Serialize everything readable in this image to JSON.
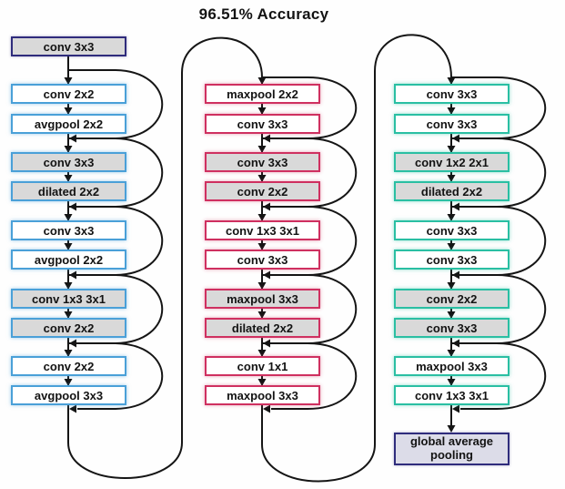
{
  "title": "96.51% Accuracy",
  "colors": {
    "line": "#151515",
    "cell1_accent": "#4aa0d8",
    "cell2_accent": "#cf3060",
    "cell3_accent": "#2abfa3",
    "stem_accent": "#2f2c7c",
    "output_accent": "#2f2c7c",
    "gray_fill": "#d9d9d9",
    "white_fill": "#ffffff",
    "output_fill": "#dcdce8"
  },
  "diagram": {
    "columns": [
      {
        "name": "cell-1",
        "boxes": [
          {
            "label": "conv 3x3",
            "fill": "gray",
            "variant": "stem"
          },
          {
            "label": "conv 2x2",
            "fill": "white"
          },
          {
            "label": "avgpool 2x2",
            "fill": "white"
          },
          {
            "label": "conv 3x3",
            "fill": "gray"
          },
          {
            "label": "dilated 2x2",
            "fill": "gray"
          },
          {
            "label": "conv 3x3",
            "fill": "white"
          },
          {
            "label": "avgpool 2x2",
            "fill": "white"
          },
          {
            "label": "conv 1x3 3x1",
            "fill": "gray"
          },
          {
            "label": "conv 2x2",
            "fill": "gray"
          },
          {
            "label": "conv 2x2",
            "fill": "white"
          },
          {
            "label": "avgpool 3x3",
            "fill": "white"
          }
        ]
      },
      {
        "name": "cell-2",
        "boxes": [
          {
            "label": "maxpool 2x2",
            "fill": "white"
          },
          {
            "label": "conv 3x3",
            "fill": "white"
          },
          {
            "label": "conv 3x3",
            "fill": "gray"
          },
          {
            "label": "conv 2x2",
            "fill": "gray"
          },
          {
            "label": "conv 1x3 3x1",
            "fill": "white"
          },
          {
            "label": "conv 3x3",
            "fill": "white"
          },
          {
            "label": "maxpool 3x3",
            "fill": "gray"
          },
          {
            "label": "dilated 2x2",
            "fill": "gray"
          },
          {
            "label": "conv 1x1",
            "fill": "white"
          },
          {
            "label": "maxpool 3x3",
            "fill": "white"
          }
        ]
      },
      {
        "name": "cell-3",
        "boxes": [
          {
            "label": "conv 3x3",
            "fill": "white"
          },
          {
            "label": "conv 3x3",
            "fill": "white"
          },
          {
            "label": "conv 1x2 2x1",
            "fill": "gray"
          },
          {
            "label": "dilated 2x2",
            "fill": "gray"
          },
          {
            "label": "conv 3x3",
            "fill": "white"
          },
          {
            "label": "conv 3x3",
            "fill": "white"
          },
          {
            "label": "conv 2x2",
            "fill": "gray"
          },
          {
            "label": "conv 3x3",
            "fill": "gray"
          },
          {
            "label": "maxpool 3x3",
            "fill": "white"
          },
          {
            "label": "conv 1x3 3x1",
            "fill": "white"
          }
        ]
      }
    ],
    "output": {
      "label": "global average pooling"
    }
  }
}
